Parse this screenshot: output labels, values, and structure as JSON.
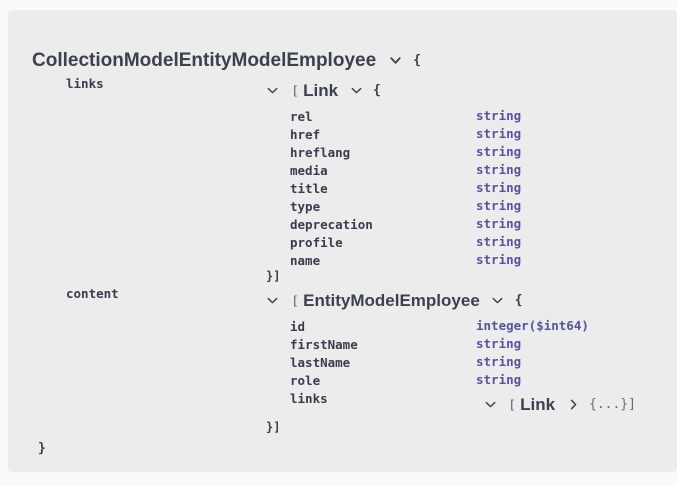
{
  "panel": {
    "background": "#ececec",
    "page_background": "#fafafa"
  },
  "colors": {
    "property_name": "#3b3b4f",
    "property_type": "#55559c",
    "model_title": "#3b4151",
    "bracket": "#55555f"
  },
  "root": {
    "title": "CollectionModelEntityModelEmployee",
    "open_brace": "{",
    "close_brace": "}",
    "toggle_icon": "chevron-down-icon"
  },
  "sections": [
    {
      "key": "links",
      "model_name": "Link",
      "open_bracket": "[",
      "open_brace": "{",
      "close": "}]",
      "toggle_icon": "chevron-down-icon",
      "model_toggle_icon": "chevron-down-icon",
      "properties": [
        {
          "name": "rel",
          "type": "string"
        },
        {
          "name": "href",
          "type": "string"
        },
        {
          "name": "hreflang",
          "type": "string"
        },
        {
          "name": "media",
          "type": "string"
        },
        {
          "name": "title",
          "type": "string"
        },
        {
          "name": "type",
          "type": "string"
        },
        {
          "name": "deprecation",
          "type": "string"
        },
        {
          "name": "profile",
          "type": "string"
        },
        {
          "name": "name",
          "type": "string"
        }
      ]
    },
    {
      "key": "content",
      "model_name": "EntityModelEmployee",
      "open_bracket": "[",
      "open_brace": "{",
      "close": "}]",
      "toggle_icon": "chevron-down-icon",
      "model_toggle_icon": "chevron-down-icon",
      "properties": [
        {
          "name": "id",
          "type": "integer($int64)"
        },
        {
          "name": "firstName",
          "type": "string"
        },
        {
          "name": "lastName",
          "type": "string"
        },
        {
          "name": "role",
          "type": "string"
        },
        {
          "name": "links",
          "type": ""
        }
      ],
      "nested": {
        "toggle_icon": "chevron-down-icon",
        "open_bracket": "[",
        "model_name": "Link",
        "expand_icon": "chevron-right-icon",
        "collapsed": "{...}]"
      }
    }
  ]
}
